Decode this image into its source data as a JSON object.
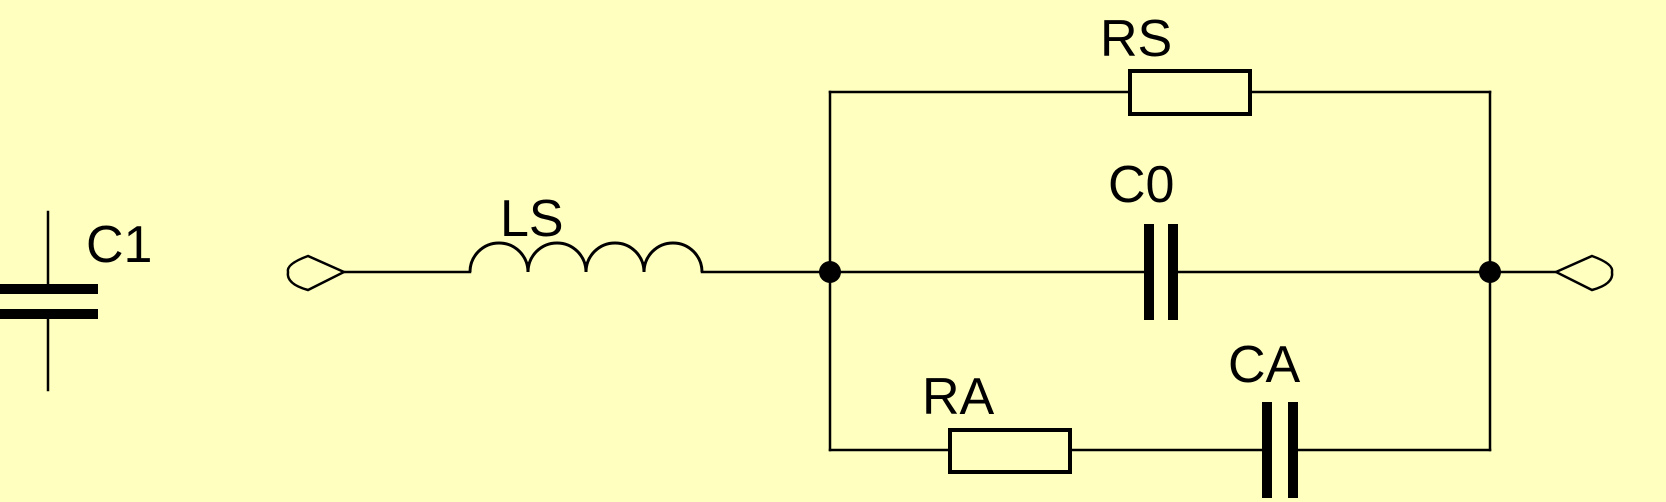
{
  "diagram": {
    "background_color": "#FFFFC0",
    "line_color": "#000000",
    "components": {
      "c1": {
        "label": "C1",
        "type": "capacitor"
      },
      "ls": {
        "label": "LS",
        "type": "inductor"
      },
      "rs": {
        "label": "RS",
        "type": "resistor"
      },
      "c0": {
        "label": "C0",
        "type": "capacitor"
      },
      "ra": {
        "label": "RA",
        "type": "resistor"
      },
      "ca": {
        "label": "CA",
        "type": "capacitor"
      }
    },
    "terminals": [
      "left-terminal-icon",
      "right-terminal-icon"
    ],
    "nodes": [
      "left-junction",
      "right-junction"
    ]
  }
}
